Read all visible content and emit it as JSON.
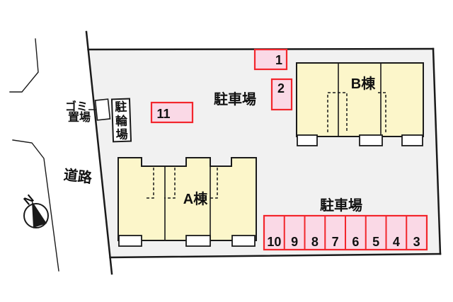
{
  "plan": {
    "type": "residential-site-plan",
    "labels": {
      "road": "道路",
      "garbage_line1": "ゴミ",
      "garbage_line2": "置場",
      "bicycle_char1": "駐",
      "bicycle_char2": "輪",
      "bicycle_char3": "場",
      "parking_top": "駐車場",
      "parking_bottom": "駐車場",
      "building_a": "A棟",
      "building_b": "B棟",
      "north": "N"
    },
    "parking_spaces": {
      "space1": "1",
      "space2": "2",
      "space11": "11",
      "bottom_row": [
        "10",
        "9",
        "8",
        "7",
        "6",
        "5",
        "4",
        "3"
      ]
    },
    "colors": {
      "site_fill": "#f1f1f1",
      "building_fill": "#fcf6ca",
      "parking_fill": "#fad9e6",
      "parking_border": "#f2262c",
      "line": "#1a1a1a"
    }
  }
}
